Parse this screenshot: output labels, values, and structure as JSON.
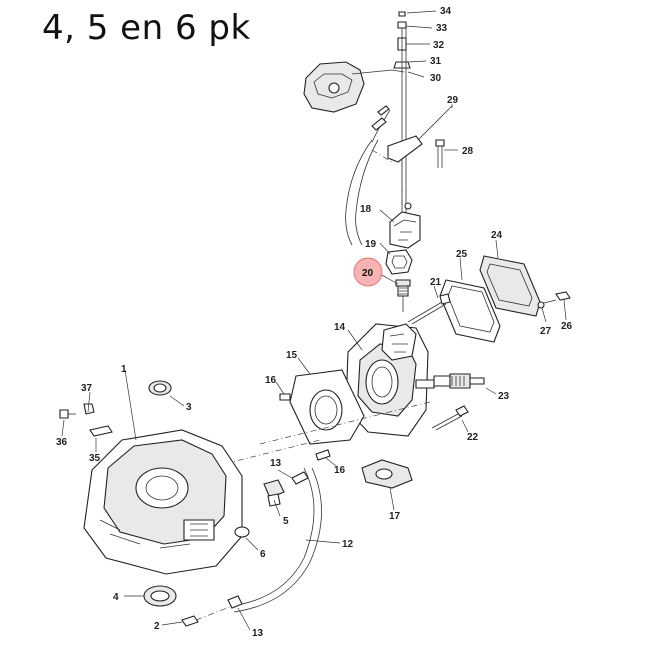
{
  "title": "4, 5 en 6 pk",
  "highlight_color": "#f4a6a6",
  "highlighted_part": "20",
  "labels": {
    "p34": "34",
    "p33": "33",
    "p32": "32",
    "p31": "31",
    "p30": "30",
    "p29": "29",
    "p28": "28",
    "p18": "18",
    "p19": "19",
    "p20": "20",
    "p25": "25",
    "p24": "24",
    "p21": "21",
    "p27": "27",
    "p26": "26",
    "p14": "14",
    "p15": "15",
    "p16a": "16",
    "p37": "37",
    "p1": "1",
    "p3": "3",
    "p23": "23",
    "p36": "36",
    "p35": "35",
    "p22": "22",
    "p13a": "13",
    "p16b": "16",
    "p5": "5",
    "p17": "17",
    "p6": "6",
    "p12": "12",
    "p4": "4",
    "p2": "2",
    "p13b": "13"
  }
}
